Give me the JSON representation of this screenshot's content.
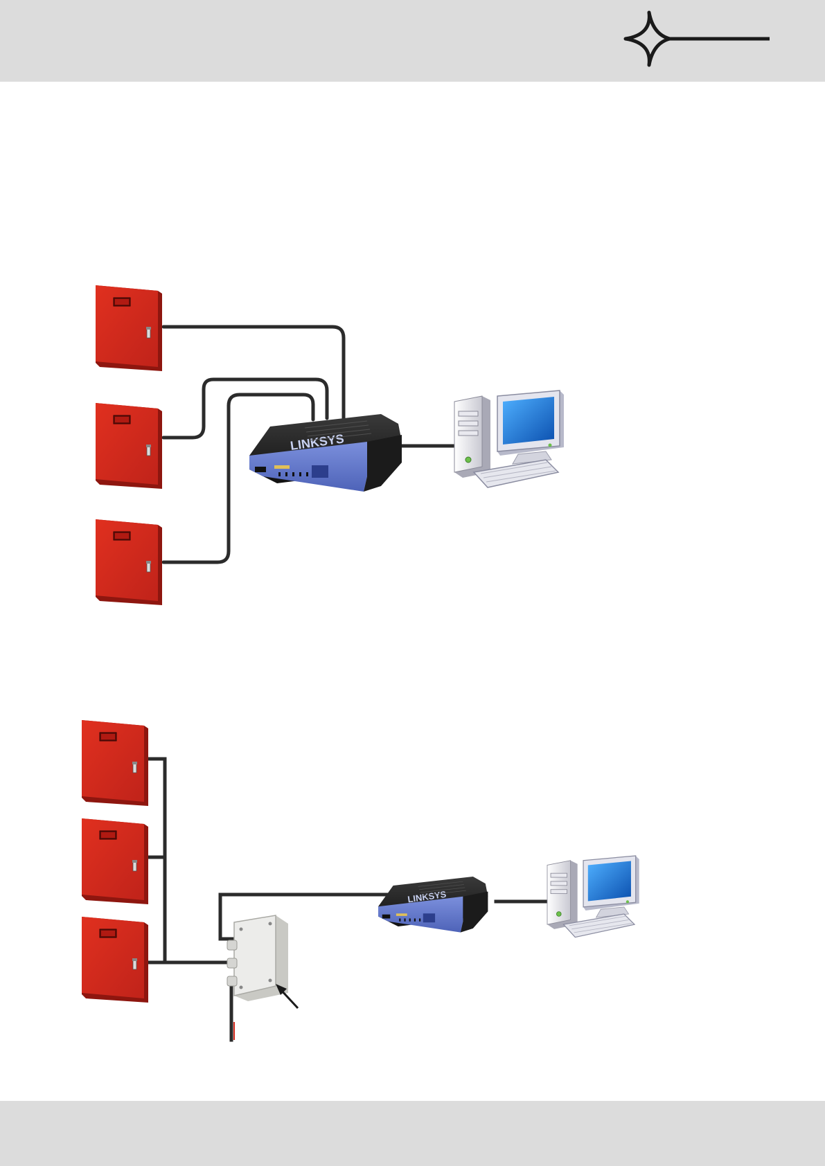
{
  "header": {
    "logo_icon": "four-point-star-line-logo",
    "background": "#dcdcdc"
  },
  "footer": {
    "background": "#dcdcdc"
  },
  "colors": {
    "panel_red": "#d42a1d",
    "panel_dark": "#a81b12",
    "cable": "#2b2b2b",
    "router_blue": "#5a72c8",
    "router_black": "#1e1e1e",
    "junction_box": "#e6e6e2",
    "pc_case": "#e8e8ec",
    "pc_screen": "#1e6fd0"
  },
  "diagram_1": {
    "devices": [
      "fire-panel-1",
      "fire-panel-2",
      "fire-panel-3",
      "network-router",
      "desktop-computer"
    ]
  },
  "diagram_2": {
    "devices": [
      "fire-panel-1",
      "fire-panel-2",
      "fire-panel-3",
      "junction-box",
      "network-router",
      "desktop-computer"
    ]
  }
}
